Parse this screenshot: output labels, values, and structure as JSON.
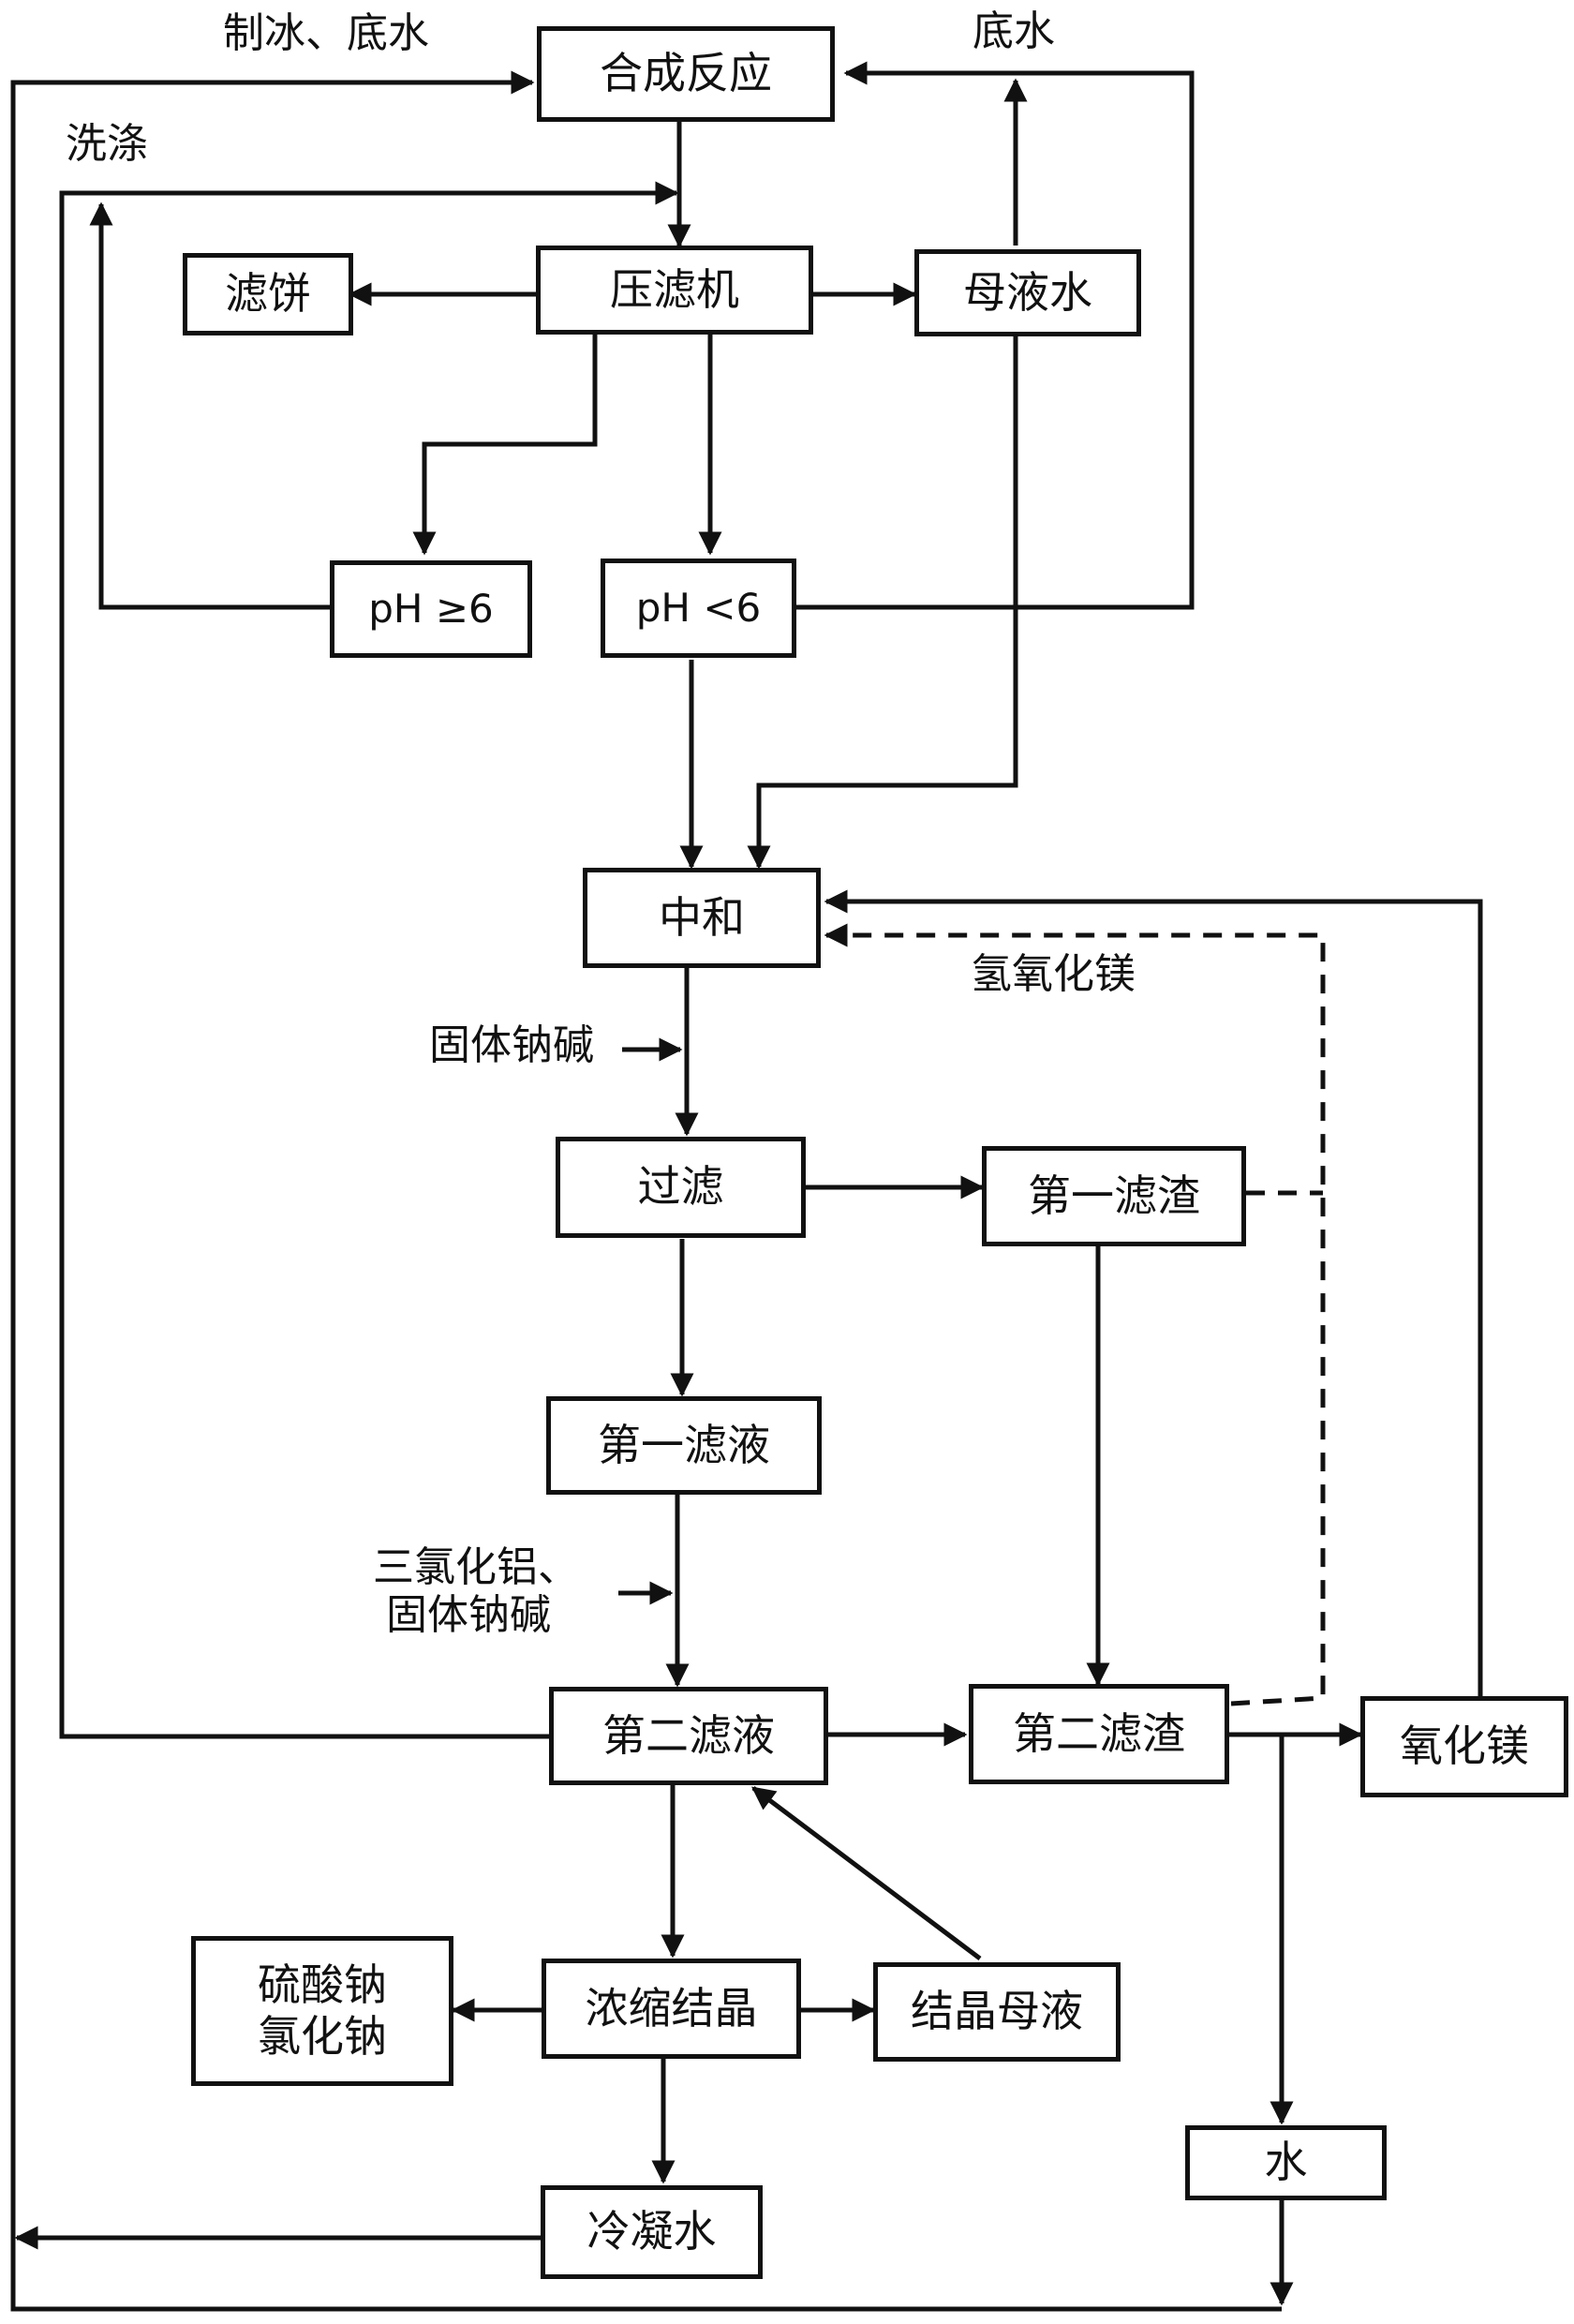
{
  "boxes": {
    "synthesis": "合成反应",
    "filter_press": "压滤机",
    "filter_cake": "滤饼",
    "mother_water": "母液水",
    "ph_high": "pH ≥6",
    "ph_low": "pH <6",
    "neutralize": "中和",
    "filtration": "过滤",
    "first_residue": "第一滤渣",
    "first_filtrate": "第一滤液",
    "second_filtrate": "第二滤液",
    "second_residue": "第二滤渣",
    "magnesium_oxide": "氧化镁",
    "salts": [
      "硫酸钠",
      "氯化钠"
    ],
    "evaporation_crystallization": "浓缩结晶",
    "crystal_mother_liquor": "结晶母液",
    "water": "水",
    "condensate": "冷凝水"
  },
  "labels": {
    "ice_bottom_water": "制冰、底水",
    "bottom_water": "底水",
    "washing": "洗涤",
    "magnesium_hydroxide": "氢氧化镁",
    "solid_alkali": "固体钠碱",
    "alcl3_alkali": [
      "三氯化铝、",
      "固体钠碱"
    ]
  }
}
